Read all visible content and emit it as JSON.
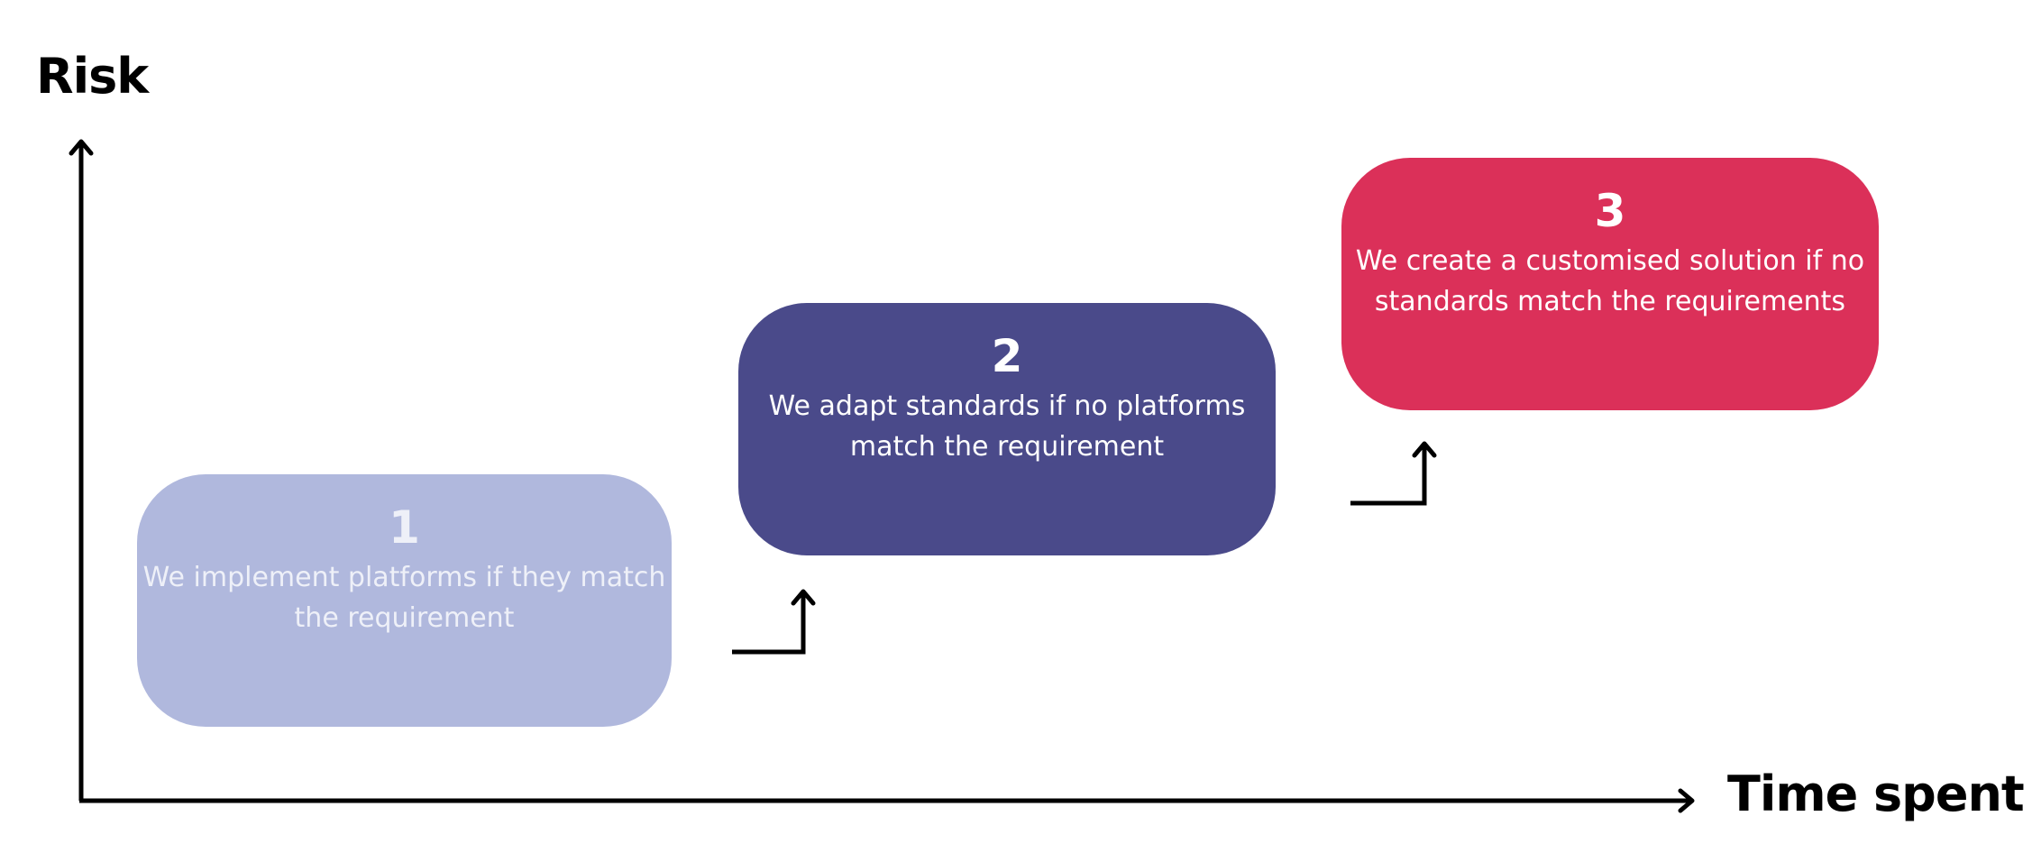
{
  "axes": {
    "y_label": "Risk",
    "x_label": "Time spent"
  },
  "steps": [
    {
      "number": "1",
      "text": "We implement platforms if they match the requirement",
      "color": "#b0b8dd",
      "text_color": "#eef0f8"
    },
    {
      "number": "2",
      "text": "We adapt standards if no platforms match the requirement",
      "color": "#4a4a8a",
      "text_color": "#ffffff"
    },
    {
      "number": "3",
      "text": "We create a customised solution if no standards match the requirements",
      "color": "#db3059",
      "text_color": "#ffffff"
    }
  ],
  "colors": {
    "axis": "#000000",
    "background": "#ffffff"
  }
}
